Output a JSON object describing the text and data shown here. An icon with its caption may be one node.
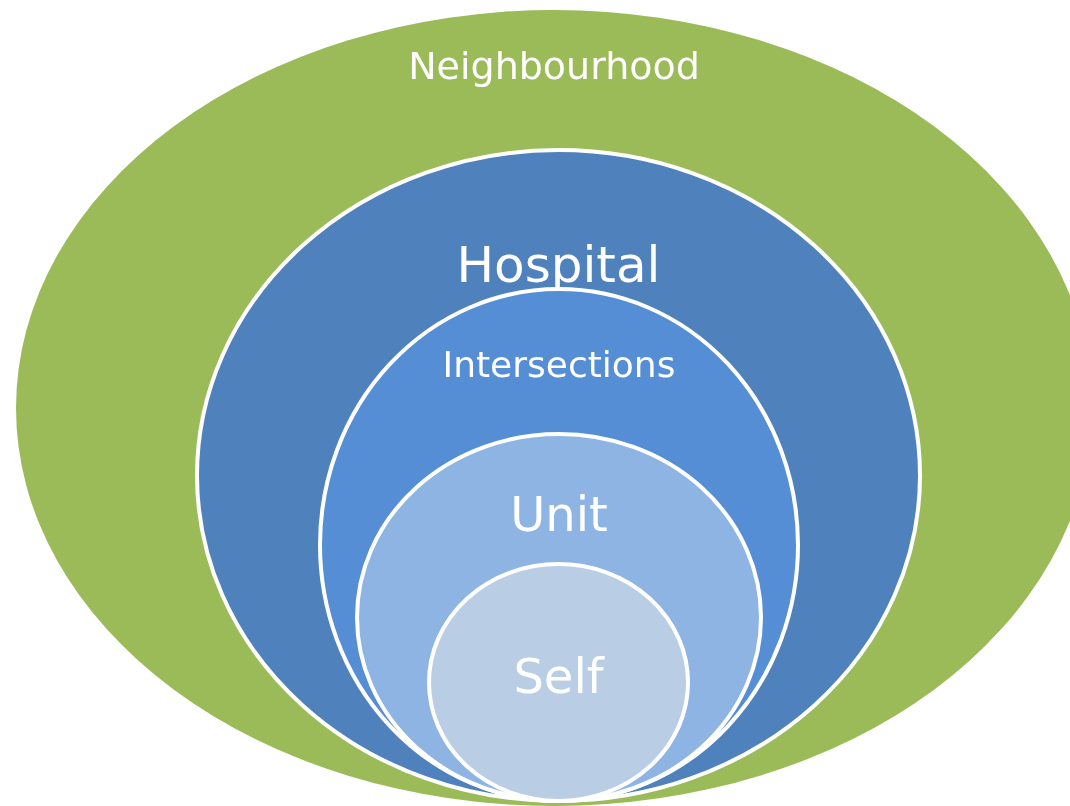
{
  "diagram": {
    "nodes": [
      {
        "text": [
          "Neighbourhood"
        ]
      },
      {
        "text": [
          "Hospital"
        ],
        "in": 0
      },
      {
        "text": [
          "Intersections"
        ],
        "in": 1
      },
      {
        "text": [
          "Unit"
        ],
        "in": 2
      },
      {
        "text": [
          "Self"
        ],
        "in": 3
      }
    ]
  }
}
